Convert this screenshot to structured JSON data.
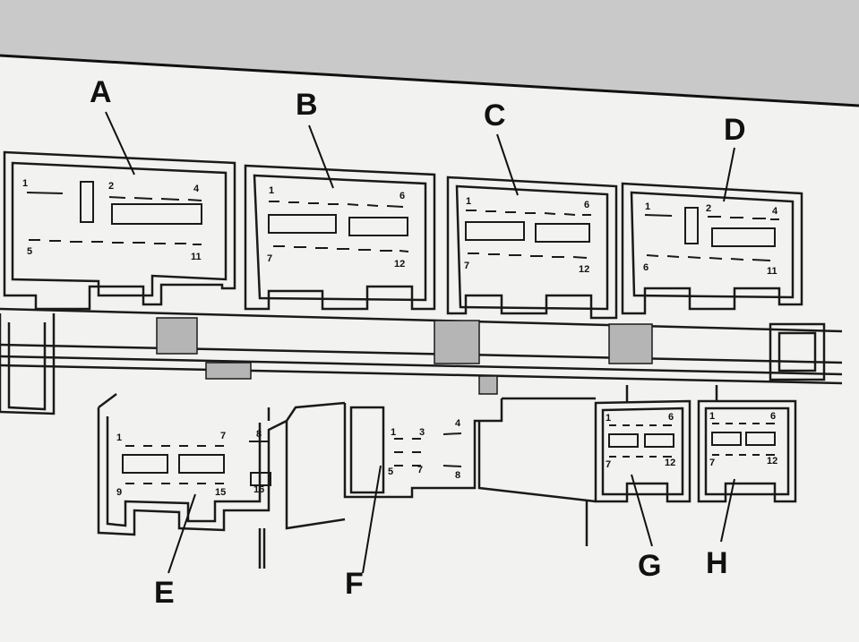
{
  "connectors": {
    "A": {
      "label": "A",
      "pins": {
        "p1": "1",
        "p2": "2",
        "p4": "4",
        "p5": "5",
        "p11": "11"
      }
    },
    "B": {
      "label": "B",
      "pins": {
        "p1": "1",
        "p6": "6",
        "p7": "7",
        "p12": "12"
      }
    },
    "C": {
      "label": "C",
      "pins": {
        "p1": "1",
        "p6": "6",
        "p7": "7",
        "p12": "12"
      }
    },
    "D": {
      "label": "D",
      "pins": {
        "p1": "1",
        "p2": "2",
        "p4": "4",
        "p6": "6",
        "p11": "11"
      }
    },
    "E": {
      "label": "E",
      "pins": {
        "p1": "1",
        "p7": "7",
        "p8": "8",
        "p9": "9",
        "p15": "15",
        "p16": "16"
      }
    },
    "F": {
      "label": "F",
      "pins": {
        "p1": "1",
        "p3": "3",
        "p4": "4",
        "p5": "5",
        "p7": "7",
        "p8": "8"
      }
    },
    "G": {
      "label": "G",
      "pins": {
        "p1": "1",
        "p6": "6",
        "p7": "7",
        "p12": "12"
      }
    },
    "H": {
      "label": "H",
      "pins": {
        "p1": "1",
        "p6": "6",
        "p7": "7",
        "p12": "12"
      }
    }
  },
  "colors": {
    "background": "#c9c9c9",
    "paper": "#f2f2f0",
    "line": "#1a1a1a",
    "grey_fill": "#b5b5b5"
  }
}
